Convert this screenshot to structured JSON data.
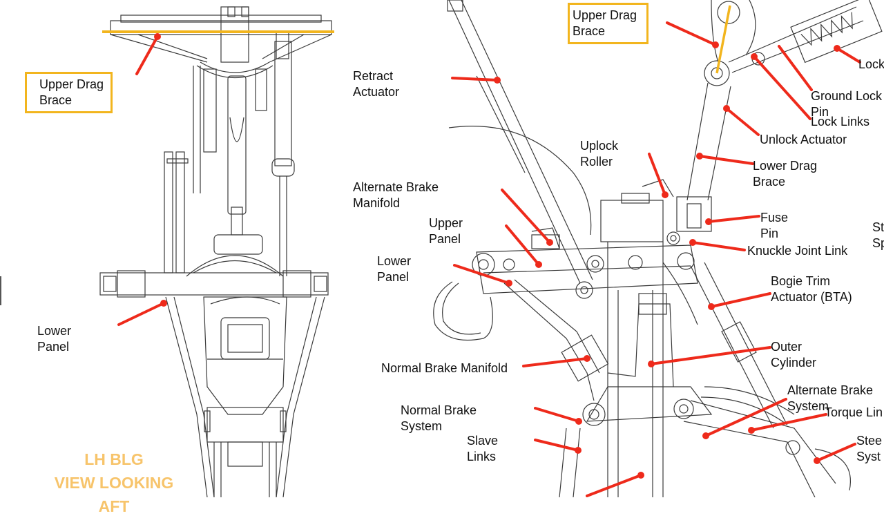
{
  "colors": {
    "callout": "#ee2a1b",
    "highlight": "#f2b51e",
    "caption": "#f7c46b",
    "ink": "#2a2a2a"
  },
  "left_view": {
    "labels": [
      {
        "id": "upper-drag-brace",
        "text": "Upper Drag\nBrace",
        "boxed": true
      },
      {
        "id": "lower-panel",
        "text": "Lower\nPanel",
        "boxed": false
      }
    ],
    "caption": "LH BLG\nVIEW LOOKING\nAFT"
  },
  "right_view": {
    "labels": [
      {
        "id": "upper-drag-brace",
        "text": "Upper Drag\nBrace",
        "boxed": true
      },
      {
        "id": "retract-actuator",
        "text": "Retract\nActuator"
      },
      {
        "id": "lock-actuator",
        "text": "Lock"
      },
      {
        "id": "ground-lock-pin",
        "text": "Ground Lock\nPin"
      },
      {
        "id": "lock-links",
        "text": "Lock Links"
      },
      {
        "id": "unlock-actuator",
        "text": "Unlock Actuator"
      },
      {
        "id": "uplock-roller",
        "text": "Uplock\nRoller"
      },
      {
        "id": "lower-drag-brace",
        "text": "Lower Drag\nBrace"
      },
      {
        "id": "alternate-brake-manifold",
        "text": "Alternate Brake\nManifold"
      },
      {
        "id": "fuse-pin",
        "text": "Fuse\nPin"
      },
      {
        "id": "steering-system-partial",
        "text": "St\nSp"
      },
      {
        "id": "upper-panel",
        "text": "Upper\nPanel"
      },
      {
        "id": "knuckle-joint-link",
        "text": "Knuckle Joint Link"
      },
      {
        "id": "lower-panel",
        "text": "Lower\nPanel"
      },
      {
        "id": "bogie-trim-actuator",
        "text": "Bogie Trim\nActuator (BTA)"
      },
      {
        "id": "outer-cylinder",
        "text": "Outer\nCylinder"
      },
      {
        "id": "normal-brake-manifold",
        "text": "Normal Brake Manifold"
      },
      {
        "id": "alternate-brake-system",
        "text": "Alternate Brake\nSystem"
      },
      {
        "id": "torque-links",
        "text": "Torque Lin"
      },
      {
        "id": "normal-brake-system",
        "text": "Normal Brake\nSystem"
      },
      {
        "id": "slave-links",
        "text": "Slave\nLinks"
      },
      {
        "id": "steering-system",
        "text": "Stee\nSyst"
      }
    ]
  }
}
